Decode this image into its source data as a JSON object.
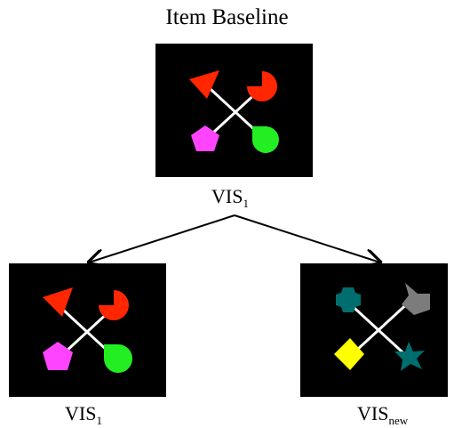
{
  "title": "Item Baseline",
  "top_label": {
    "base": "VIS",
    "sub": "1"
  },
  "left_label": {
    "base": "VIS",
    "sub": "1"
  },
  "right_label": {
    "base": "VIS",
    "sub": "new"
  },
  "colors": {
    "red": "#ff2600",
    "magenta": "#ff44ff",
    "green": "#22ee22",
    "teal": "#006e6e",
    "gray": "#7c7c7c",
    "yellow": "#ffff00",
    "line": "#ffffff",
    "panel": "#000000"
  },
  "icons": {
    "top_left": "red-triangle-icon",
    "top_right": "red-pacman-icon",
    "bottom_left": "magenta-pentagon-icon",
    "bottom_right": "green-teardrop-icon",
    "new_top_left": "teal-cross-icon",
    "new_top_right": "gray-chevron-icon",
    "new_bottom_left": "yellow-diamond-icon",
    "new_bottom_right": "teal-star-icon"
  }
}
